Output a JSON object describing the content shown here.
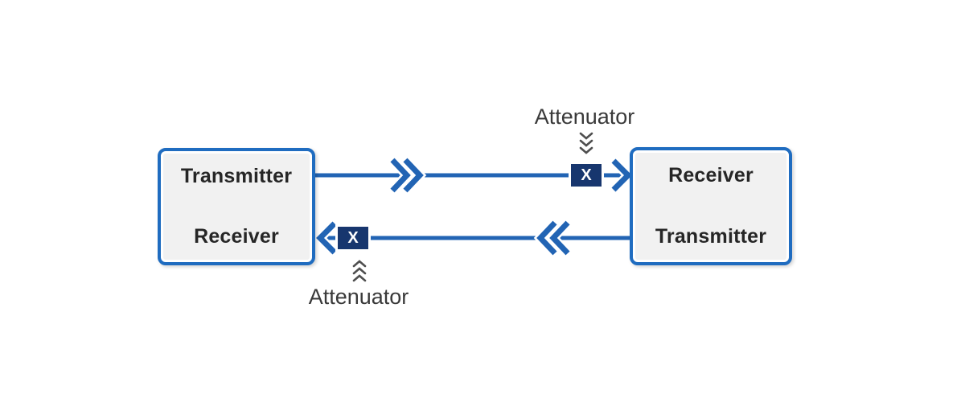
{
  "page": {
    "background": "#ffffff"
  },
  "colors": {
    "link_line_blue": "#2264b4",
    "device_border_blue": "#1f6cc0",
    "device_fill_gray": "#f1f1f1",
    "attenuator_chip_navy": "#17366e",
    "device_label_text": "#262626",
    "annotation_text": "#3a3a3a",
    "pointer_arrow_gray": "#4f4f4f"
  },
  "left_device": {
    "top_label": "Transmitter",
    "bottom_label": "Receiver"
  },
  "right_device": {
    "top_label": "Receiver",
    "bottom_label": "Transmitter"
  },
  "top_path": {
    "direction": "left-to-right",
    "attenuator_label": "Attenuator",
    "attenuator_symbol": "X"
  },
  "bottom_path": {
    "direction": "right-to-left",
    "attenuator_label": "Attenuator",
    "attenuator_symbol": "X"
  }
}
